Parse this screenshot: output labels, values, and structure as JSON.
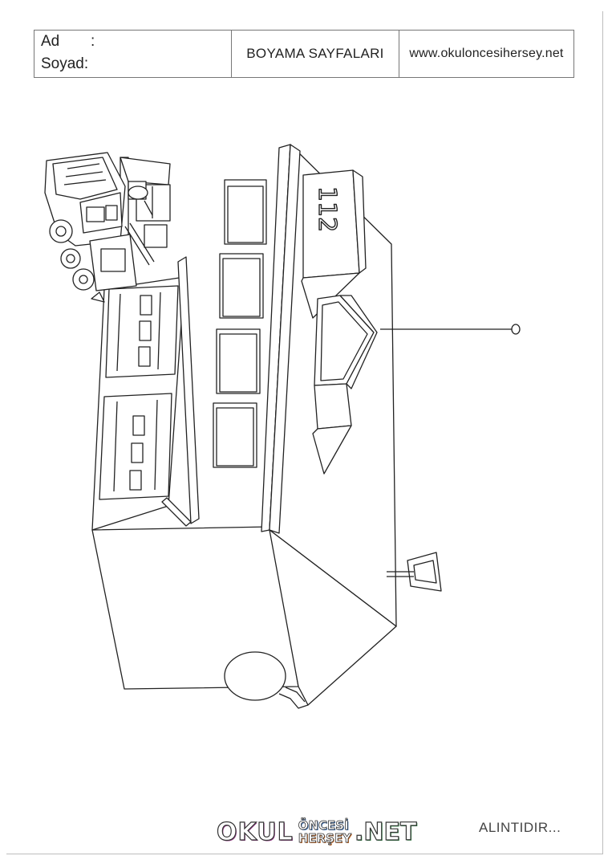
{
  "header": {
    "ad_label": "Ad",
    "ad_colon": ":",
    "soyad_label": "Soyad:",
    "title": "BOYAMA SAYFALARI",
    "website": "www.okuloncesihersey.net"
  },
  "drawing": {
    "plate_number": "112"
  },
  "footer": {
    "logo_okul": "OKUL",
    "logo_oncesi": "ÖNCESİ",
    "logo_hersey": "HERŞEY",
    "logo_net": ".NET",
    "credit": "ALINTIDIR..."
  },
  "colors": {
    "line": "#222222",
    "paper": "#ffffff",
    "logo_purple": "#9b3b8c",
    "logo_blue": "#3a6fb5",
    "logo_orange": "#d0702a",
    "logo_green": "#2f9a4a"
  }
}
